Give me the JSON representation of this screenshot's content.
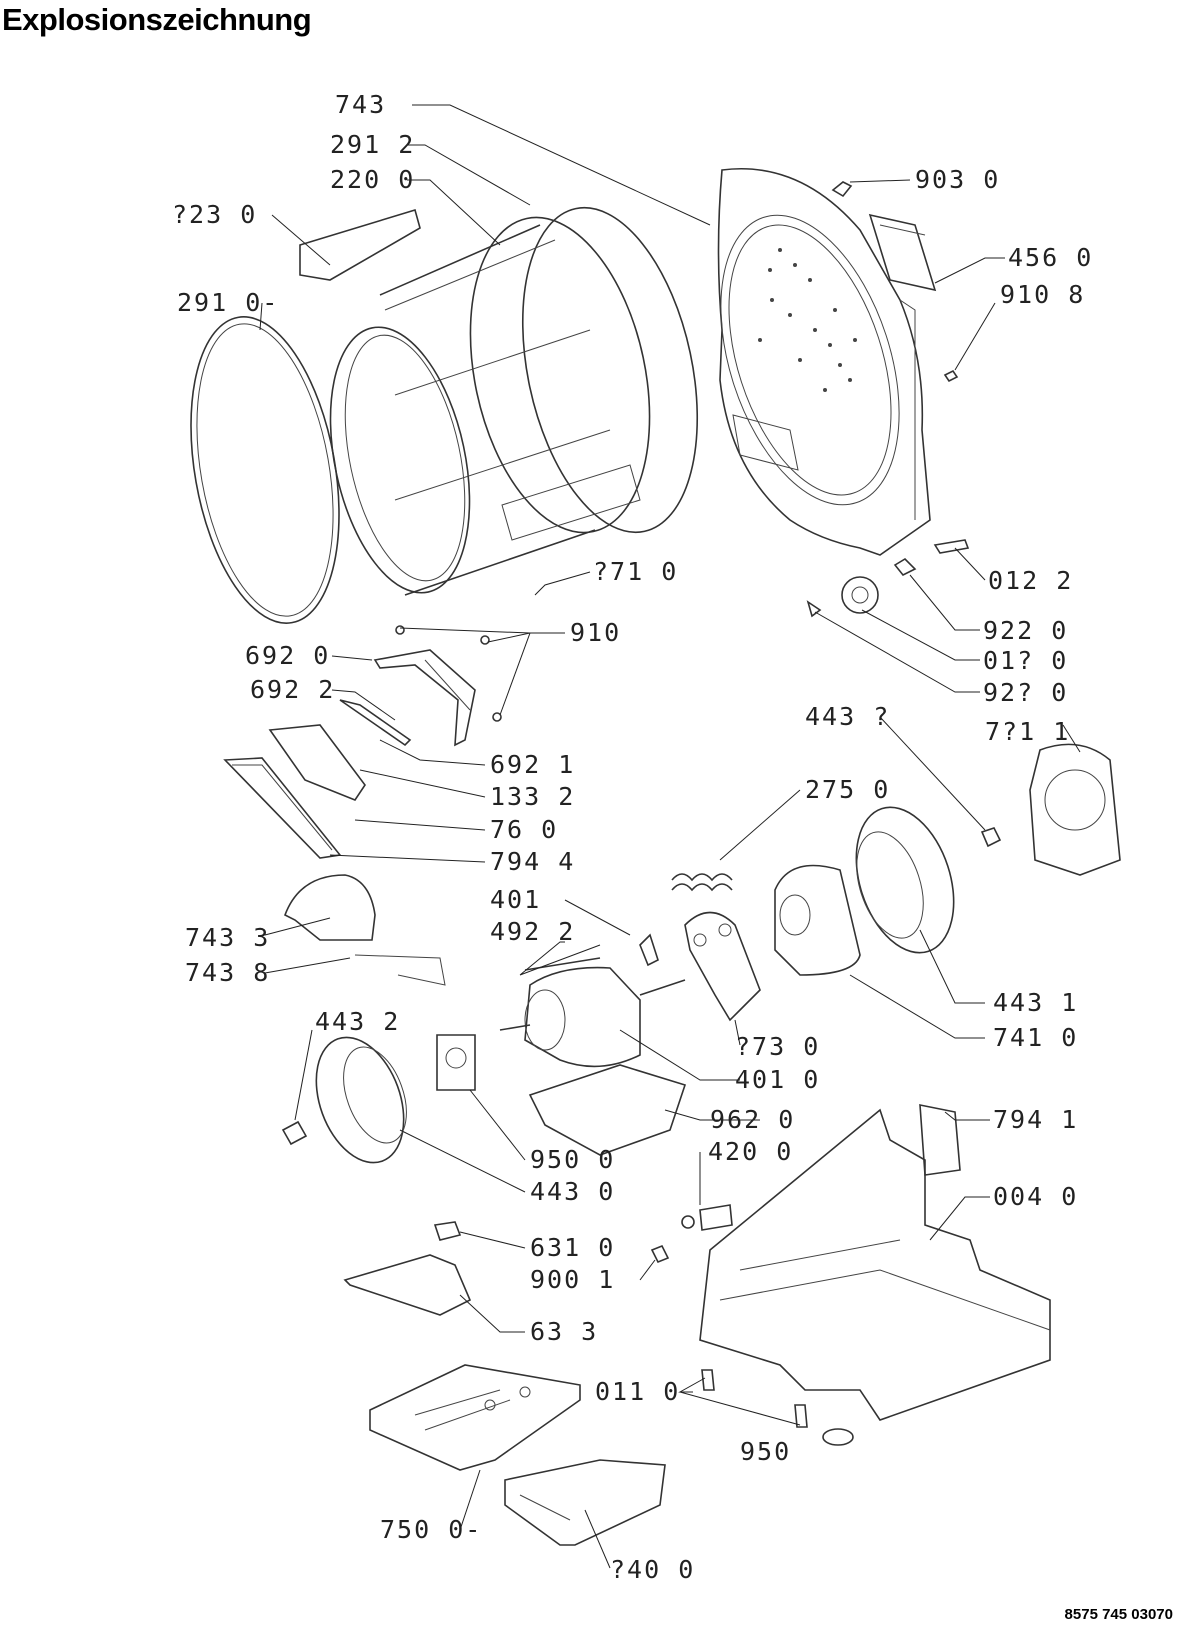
{
  "title": "Explosionszeichnung",
  "doc_number": "8575 745 03070",
  "labels": {
    "p743": "743",
    "p2912": "291 2",
    "p2200": "220 0",
    "p2230": "?23 0",
    "p2910": "291 0-",
    "p9030": "903 0",
    "p4560": "456 0",
    "p9108": "910 8",
    "p2710": "?71 0",
    "p910": "910",
    "p6920": "692 0",
    "p6922": "692 2",
    "p6921": "692 1",
    "p1332": "133 2",
    "p760": "76  0",
    "p7944": "794 4",
    "p0122": "012 2",
    "p9220a": "922 0",
    "p0120": "01? 0",
    "p9220b": "92? 0",
    "p4432a": "443 ?",
    "p7711": "7?1 1",
    "p2750": "275 0",
    "p401": "401",
    "p4922": "492 2",
    "p7433": "743 3",
    "p7438": "743 8",
    "p4431": "443 1",
    "p7410": "741 0",
    "p4432b": "443 2",
    "p2730": "?73 0",
    "p4010": "401 0",
    "p9620": "962 0",
    "p9500": "950 0",
    "p4430": "443 0",
    "p4200": "420 0",
    "p7941": "794 1",
    "p0040": "004 0",
    "p6310": "631 0",
    "p9001": "900 1",
    "p633": "63  3",
    "p0110": "011 0",
    "p950": "950",
    "p7500": "750 0-",
    "p1400": "?40 0"
  }
}
